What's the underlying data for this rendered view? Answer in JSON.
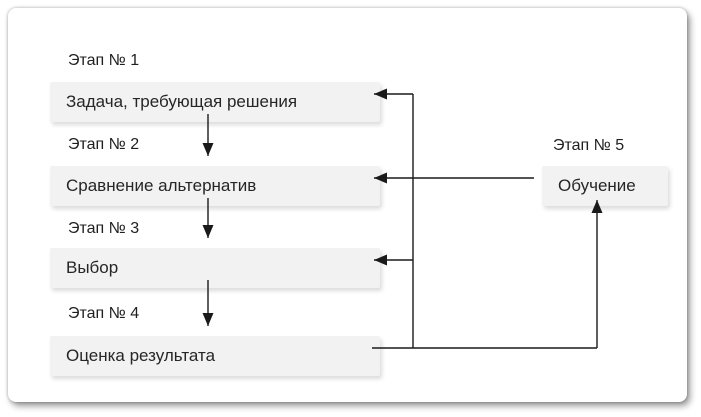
{
  "card": {
    "stages": [
      {
        "label": "Этап № 1",
        "title": "Задача, требующая решения"
      },
      {
        "label": "Этап № 2",
        "title": "Сравнение альтернатив"
      },
      {
        "label": "Этап № 3",
        "title": "Выбор"
      },
      {
        "label": "Этап № 4",
        "title": "Оценка результата"
      },
      {
        "label": "Этап № 5",
        "title": "Обучение"
      }
    ],
    "connections": [
      "Задача, требующая решения → Сравнение альтернатив",
      "Сравнение альтернатив → Выбор",
      "Выбор → Оценка результата",
      "Оценка результата → Задача, требующая решения",
      "Оценка результата → Выбор",
      "Оценка результата → Обучение",
      "Обучение → Сравнение альтернатив"
    ],
    "colors": {
      "card_bg": "#ffffff",
      "box_fill": "#f2f2f2",
      "box_text": "#262626",
      "label_text": "#1f1f1f",
      "line": "#1a1a1a"
    }
  }
}
